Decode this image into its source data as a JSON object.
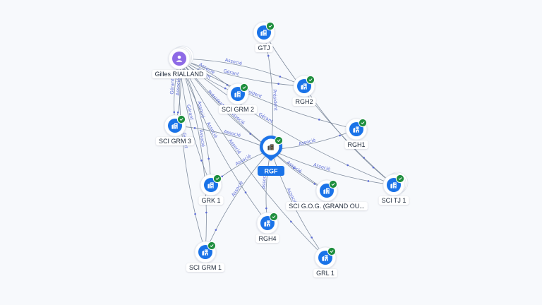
{
  "colors": {
    "edge": "#6f7c90",
    "edge_label": "#5b6bd6",
    "company_circle": "#1a73e8",
    "check_badge": "#1e8e3e",
    "person_circle": "#8e6ae6",
    "center_pin": "#1a73e8",
    "label_bg": "#ffffff"
  },
  "graph": {
    "center": {
      "id": "RGF",
      "label": "RGF",
      "icon": "building-icon"
    },
    "nodes": [
      {
        "id": "GTJ",
        "label": "GTJ",
        "type": "company",
        "icon": "building-icon"
      },
      {
        "id": "GR",
        "label": "Gilles RIALLAND",
        "type": "person",
        "icon": "person-icon"
      },
      {
        "id": "RGH2",
        "label": "RGH2",
        "type": "company",
        "icon": "building-icon"
      },
      {
        "id": "SGRM2",
        "label": "SCI GRM 2",
        "type": "company",
        "icon": "building-icon"
      },
      {
        "id": "SGRM3",
        "label": "SCI GRM 3",
        "type": "company",
        "icon": "building-icon"
      },
      {
        "id": "RGH1",
        "label": "RGH1",
        "type": "company",
        "icon": "building-icon"
      },
      {
        "id": "STJ1",
        "label": "SCI TJ 1",
        "type": "company",
        "icon": "building-icon"
      },
      {
        "id": "GRK1",
        "label": "GRK 1",
        "type": "company",
        "icon": "building-icon"
      },
      {
        "id": "SGOG",
        "label": "SCI G.O.G. (GRAND OU...",
        "type": "company",
        "icon": "building-icon"
      },
      {
        "id": "RGH4",
        "label": "RGH4",
        "type": "company",
        "icon": "building-icon"
      },
      {
        "id": "SGRM1",
        "label": "SCI GRM 1",
        "type": "company",
        "icon": "building-icon"
      },
      {
        "id": "GRL1",
        "label": "GRL 1",
        "type": "company",
        "icon": "building-icon"
      }
    ],
    "edges": [
      {
        "from": "GR",
        "to": "SGRM3",
        "label": "Gérant"
      },
      {
        "from": "GR",
        "to": "SGRM3",
        "label": "Associé"
      },
      {
        "from": "GR",
        "to": "SGRM1",
        "label": "Gérant"
      },
      {
        "from": "GR",
        "to": "SGRM1",
        "label": "Associé"
      },
      {
        "from": "GR",
        "to": "SGRM2",
        "label": "Gérant"
      },
      {
        "from": "GR",
        "to": "SGRM2",
        "label": "Associé"
      },
      {
        "from": "GR",
        "to": "RGF",
        "label": "Président"
      },
      {
        "from": "GR",
        "to": "RGH2",
        "label": "Gérant"
      },
      {
        "from": "GR",
        "to": "RGH2",
        "label": "Associé"
      },
      {
        "from": "GR",
        "to": "RGH1",
        "label": "Président"
      },
      {
        "from": "GR",
        "to": "STJ1",
        "label": "Gérant"
      },
      {
        "from": "GR",
        "to": "GRK1",
        "label": "Gérant"
      },
      {
        "from": "GR",
        "to": "GRK1",
        "label": "Associé"
      },
      {
        "from": "GR",
        "to": "SGOG",
        "label": "Associé"
      },
      {
        "from": "GR",
        "to": "GRL1",
        "label": "Associé"
      },
      {
        "from": "GR",
        "to": "RGH4",
        "label": "Associé"
      },
      {
        "from": "RGF",
        "to": "GTJ",
        "label": "Président"
      },
      {
        "from": "RGF",
        "to": "RGH1",
        "label": "Associé"
      },
      {
        "from": "RGF",
        "to": "STJ1",
        "label": "Associé"
      },
      {
        "from": "RGF",
        "to": "SGOG",
        "label": "Associé"
      },
      {
        "from": "RGF",
        "to": "RGH4",
        "label": "Associé"
      },
      {
        "from": "RGF",
        "to": "GRK1",
        "label": "Associé"
      },
      {
        "from": "RGF",
        "to": "SGRM3",
        "label": "Associé"
      },
      {
        "from": "RGF",
        "to": "SGRM1",
        "label": "Associé"
      },
      {
        "from": "RGF",
        "to": "GRL1",
        "label": "Associé"
      },
      {
        "from": "GTJ",
        "to": "STJ1",
        "label": ""
      },
      {
        "from": "RGH2",
        "to": "STJ1",
        "label": ""
      }
    ]
  }
}
